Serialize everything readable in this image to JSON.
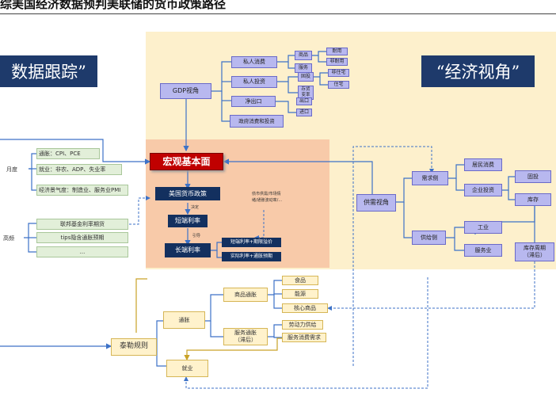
{
  "title": "综美国经济数据预判美联储的货币政策路径",
  "banners": {
    "left": "数据跟踪”",
    "right": "“经济视角”"
  },
  "gdp": {
    "root": "GDP视角",
    "consumption": "私人消费",
    "goods": "商品",
    "durable": "耐用",
    "nondurable": "非耐用",
    "services": "服务",
    "investment": "私人投资",
    "fixed": "固投",
    "residential": "非住宅",
    "nonresidential": "住宅",
    "inventory": "存货\n变率",
    "net_exports": "净出口",
    "exports": "出口",
    "imports": "进口",
    "government": "政府消费和投资"
  },
  "core": {
    "macro": "宏观基本面",
    "policy": "美国货币政策",
    "decide": "决定",
    "short_rate": "短端利率",
    "lead": "引导",
    "long_rate": "长端利率",
    "nominal": "短端利率+期限溢价",
    "real": "实际利率+通胀预期",
    "note": "债市供需/市场情\n绪/通胀波动率/..."
  },
  "tracking": {
    "monthly": "月度",
    "inflation": "通胀：CPI、PCE",
    "employment": "就业：非农、ADP、失业率",
    "sentiment": "经济景气度：制造业、服务业PMI",
    "high_freq": "高频",
    "fed_futures": "联邦基金利率期货",
    "tips": "tips隐含通胀预期",
    "ellipsis": "..."
  },
  "supply_demand": {
    "root": "供需视角",
    "demand": "需求侧",
    "household": "居民消费",
    "enterprise": "企业投资",
    "fixed": "固投",
    "inventory": "库存",
    "supply": "供给侧",
    "industry": "工业",
    "services": "服务业",
    "inventory_cycle": "库存周期\n（滞后）"
  },
  "taylor": {
    "root": "泰勒规则",
    "inflation": "通胀",
    "goods_inflation": "商品通胀",
    "food": "食品",
    "energy": "能源",
    "core_goods": "核心商品",
    "services_inflation": "服务通胀\n（滞后）",
    "labor_supply": "劳动力供给",
    "services_demand": "服务消费需求",
    "employment": "就业"
  },
  "colors": {
    "banner": "#1e3a6b",
    "macro_red": "#c00000",
    "navy": "#13305f",
    "purple": "#b8b8ef",
    "green": "#e2efd9",
    "cream": "#fff2cc",
    "arrow_blue": "#3d72c7",
    "arrow_gold": "#c9a227"
  }
}
